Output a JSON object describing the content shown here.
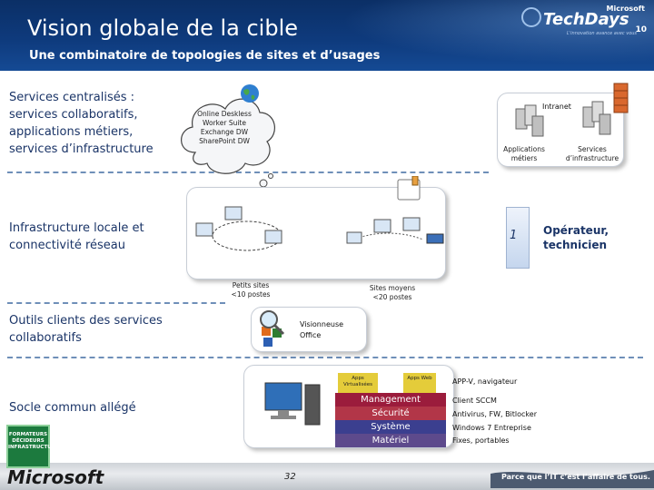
{
  "header": {
    "title": "Vision globale de la cible",
    "subtitle": "Une combinatoire de topologies de sites et d’usages",
    "logo_microsoft": "Microsoft",
    "logo_brand": "TechDays",
    "logo_number": "10",
    "logo_tagline": "L'innovation avance avec vous"
  },
  "sections": {
    "services_label": "Services centralisés : services collaboratifs, applications métiers, services d’infrastructure",
    "infra_label": "Infrastructure locale et connectivité réseau",
    "outils_label": "Outils clients des services collaboratifs",
    "socle_label": "Socle commun allégé"
  },
  "cloud": {
    "line1": "Online Deskless",
    "line2": "Worker Suite",
    "line3": "Exchange DW",
    "line4": "SharePoint DW"
  },
  "intranet": {
    "title": "Intranet",
    "apps_label": "Applications métiers",
    "services_label": "Services d’infrastructure"
  },
  "sites": {
    "small_label1": "Petits sites",
    "small_label2": "<10 postes",
    "medium_label1": "Sites moyens",
    "medium_label2": "<20 postes"
  },
  "operator": {
    "number": "1",
    "line1": "Opérateur,",
    "line2": "technicien"
  },
  "outils": {
    "line1": "Visionneuse",
    "line2": "Office"
  },
  "stack": {
    "app_virt": "Apps Virtualisées",
    "app_web": "Apps Web",
    "layers": [
      "Management",
      "Sécurité",
      "Système",
      "Matériel"
    ],
    "right_labels": [
      "APP-V, navigateur",
      "Client SCCM",
      "Antivirus, FW, Bitlocker",
      "Windows 7 Entreprise",
      "Fixes, portables"
    ]
  },
  "footer": {
    "microsoft": "Microsoft",
    "page_number": "32",
    "slogan": "Parce que l’IT c’est l’affaire de tous.",
    "badge_text": "FORMATEURS DÉCIDEURS INFRASTRUCTURE"
  },
  "colors": {
    "header_blue": "#0e3a7c",
    "label_blue": "#1a3467",
    "management": "#9b1c3c",
    "securite": "#b23648",
    "systeme": "#3b3f8f",
    "materiel": "#5d4a8c"
  }
}
